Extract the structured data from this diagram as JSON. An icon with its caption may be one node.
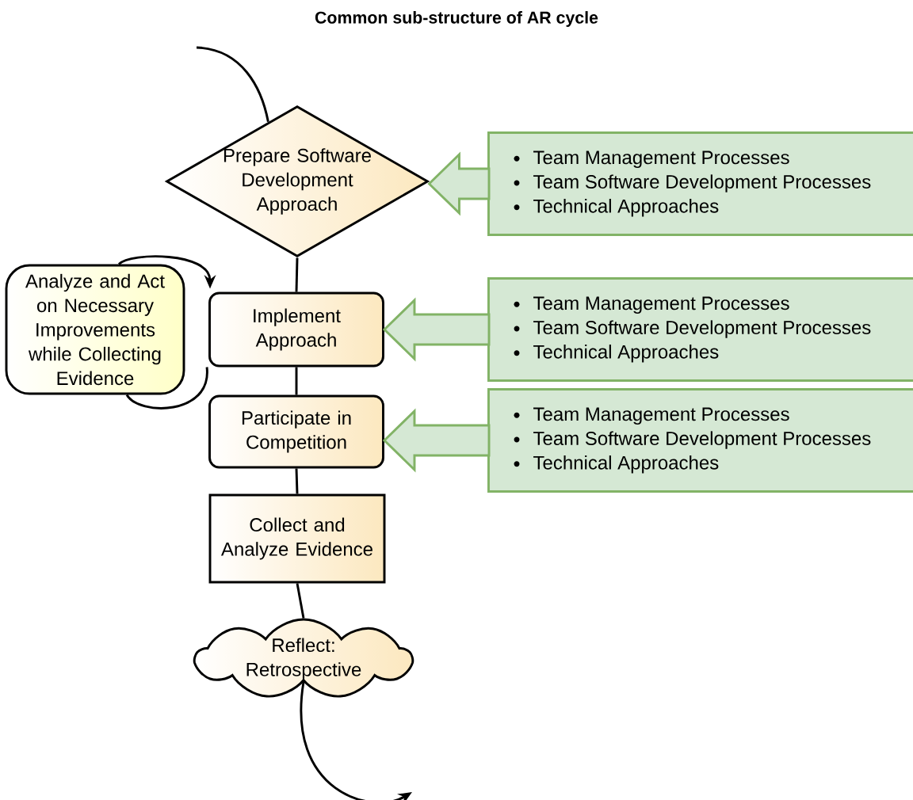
{
  "diagram": {
    "title": "Common sub-structure of AR cycle",
    "nodes": [
      {
        "text": [
          "Prepare Software Development Approach"
        ]
      },
      {
        "text": [
          "Analyze and Act on Necessary Improvements while Collecting Evidence"
        ]
      },
      {
        "text": [
          "Implement Approach"
        ]
      },
      {
        "text": [
          "Participate in Competition"
        ]
      },
      {
        "text": [
          "Collect and Analyze Evidence"
        ]
      },
      {
        "text": [
          "Reflect: Retrospective"
        ]
      },
      {
        "text": [
          "Team Management Processes",
          "Team Software Development Processes",
          "Technical Approaches"
        ]
      },
      {
        "text": [
          "Team Management Processes",
          "Team Software Development Processes",
          "Technical Approaches"
        ]
      },
      {
        "text": [
          "Team Management Processes",
          "Team Software Development Processes",
          "Technical Approaches"
        ]
      }
    ],
    "edges": [
      {
        "from": null,
        "to": 0,
        "arrow": "none"
      },
      {
        "from": 0,
        "to": 2,
        "arrow": "none"
      },
      {
        "from": 2,
        "to": 3,
        "arrow": "none"
      },
      {
        "from": 3,
        "to": 4,
        "arrow": "none"
      },
      {
        "from": 4,
        "to": 5,
        "arrow": "none"
      },
      {
        "from": 5,
        "to": null,
        "arrow": "to"
      },
      {
        "from": 1,
        "to": 2,
        "arrow": "to"
      },
      {
        "from": 2,
        "to": 1,
        "arrow": "none"
      },
      {
        "from": 6,
        "to": 0,
        "arrow": "to",
        "style": "thick",
        "color": "#82b366"
      },
      {
        "from": 7,
        "to": 2,
        "arrow": "to",
        "style": "thick",
        "color": "#82b366"
      },
      {
        "from": 8,
        "to": 3,
        "arrow": "to",
        "style": "thick",
        "color": "#82b366"
      }
    ]
  }
}
